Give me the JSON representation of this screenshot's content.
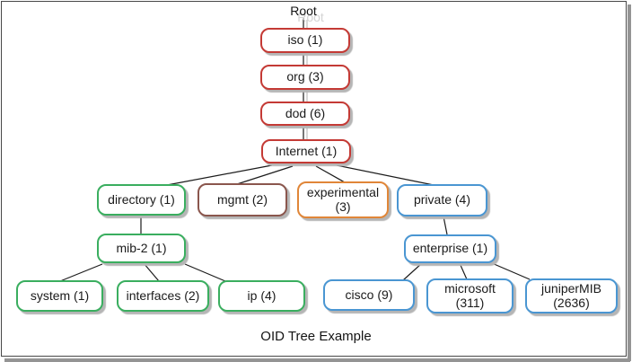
{
  "diagram": {
    "title": "OID Tree Example",
    "root_label": "Root",
    "colors": {
      "red": "#c43a35",
      "green": "#3aae5f",
      "brown": "#8a564d",
      "orange": "#e08638",
      "blue": "#4a96d2",
      "line": "#1c1c1c",
      "line_shadow": "#cbcbcb",
      "box_shadow": "#b5b5b5"
    },
    "nodes": [
      {
        "id": "iso",
        "label": "iso (1)",
        "color": "red"
      },
      {
        "id": "org",
        "label": "org (3)",
        "color": "red"
      },
      {
        "id": "dod",
        "label": "dod (6)",
        "color": "red"
      },
      {
        "id": "internet",
        "label": "Internet (1)",
        "color": "red"
      },
      {
        "id": "directory",
        "label": "directory (1)",
        "color": "green"
      },
      {
        "id": "mgmt",
        "label": "mgmt (2)",
        "color": "brown"
      },
      {
        "id": "experimental",
        "label": "experimental (3)",
        "color": "orange"
      },
      {
        "id": "private",
        "label": "private (4)",
        "color": "blue"
      },
      {
        "id": "mib2",
        "label": "mib-2 (1)",
        "color": "green"
      },
      {
        "id": "enterprise",
        "label": "enterprise (1)",
        "color": "blue"
      },
      {
        "id": "system",
        "label": "system (1)",
        "color": "green"
      },
      {
        "id": "interfaces",
        "label": "interfaces (2)",
        "color": "green"
      },
      {
        "id": "ip",
        "label": "ip (4)",
        "color": "green"
      },
      {
        "id": "cisco",
        "label": "cisco (9)",
        "color": "blue"
      },
      {
        "id": "microsoft",
        "label": "microsoft (311)",
        "color": "blue"
      },
      {
        "id": "junipermib",
        "label": "juniperMIB (2636)",
        "color": "blue"
      }
    ],
    "edges": [
      [
        "root",
        "iso"
      ],
      [
        "iso",
        "org"
      ],
      [
        "org",
        "dod"
      ],
      [
        "dod",
        "internet"
      ],
      [
        "internet",
        "directory"
      ],
      [
        "internet",
        "mgmt"
      ],
      [
        "internet",
        "experimental"
      ],
      [
        "internet",
        "private"
      ],
      [
        "directory",
        "mib2"
      ],
      [
        "mib2",
        "system"
      ],
      [
        "mib2",
        "interfaces"
      ],
      [
        "mib2",
        "ip"
      ],
      [
        "private",
        "enterprise"
      ],
      [
        "enterprise",
        "cisco"
      ],
      [
        "enterprise",
        "microsoft"
      ],
      [
        "enterprise",
        "junipermib"
      ]
    ]
  }
}
